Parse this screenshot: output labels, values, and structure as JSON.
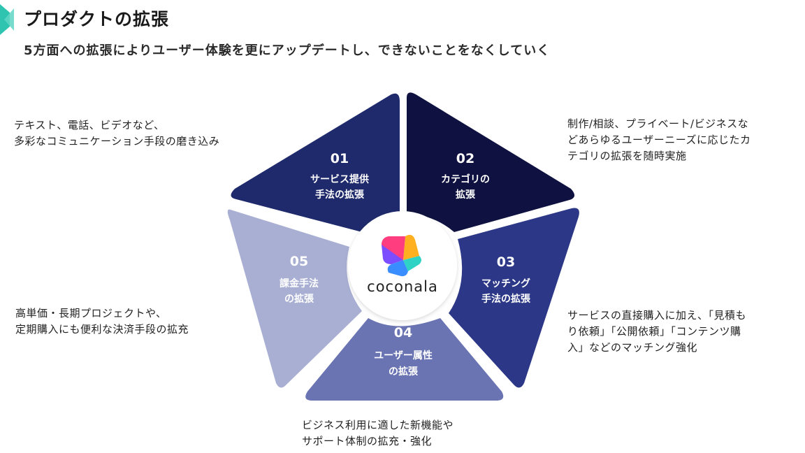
{
  "header": {
    "title": "プロダクトの拡張",
    "subtitle": "5方面への拡張によりユーザー体験を更にアップデートし、できないことをなくしていく"
  },
  "brand": {
    "name": "coconala",
    "logo_icon": "coconala-logo-icon",
    "colors": [
      "#7b4dff",
      "#ff3d7f",
      "#ffb020",
      "#2ed3c6",
      "#3a8dff"
    ]
  },
  "segments": [
    {
      "number": "01",
      "label_lines": [
        "サービス提供",
        "手法の拡張"
      ],
      "description_lines": [
        "テキスト、電話、ビデオなど、",
        "多彩なコミュニケーション手段の磨き込み"
      ],
      "color": "#1e2a6b"
    },
    {
      "number": "02",
      "label_lines": [
        "カテゴリの",
        "拡張"
      ],
      "description_lines": [
        "制作/相談、プライベート/ビジネスな",
        "どあらゆるユーザーニーズに応じたカ",
        "テゴリの拡張を随時実施"
      ],
      "color": "#0f1240"
    },
    {
      "number": "03",
      "label_lines": [
        "マッチング",
        "手法の拡張"
      ],
      "description_lines": [
        "サービスの直接購入に加え、「見積も",
        "り依頼」「公開依頼」「コンテンツ購",
        "入」などのマッチング強化"
      ],
      "color": "#2c3887"
    },
    {
      "number": "04",
      "label_lines": [
        "ユーザー属性",
        "の拡張"
      ],
      "description_lines": [
        "ビジネス利用に適した新機能や",
        "サポート体制の拡充・強化"
      ],
      "color": "#6a74b2"
    },
    {
      "number": "05",
      "label_lines": [
        "課金手法",
        "の拡張"
      ],
      "description_lines": [
        "高単価・長期プロジェクトや、",
        "定期購入にも便利な決済手段の拡充"
      ],
      "color": "#a9afd3"
    }
  ]
}
